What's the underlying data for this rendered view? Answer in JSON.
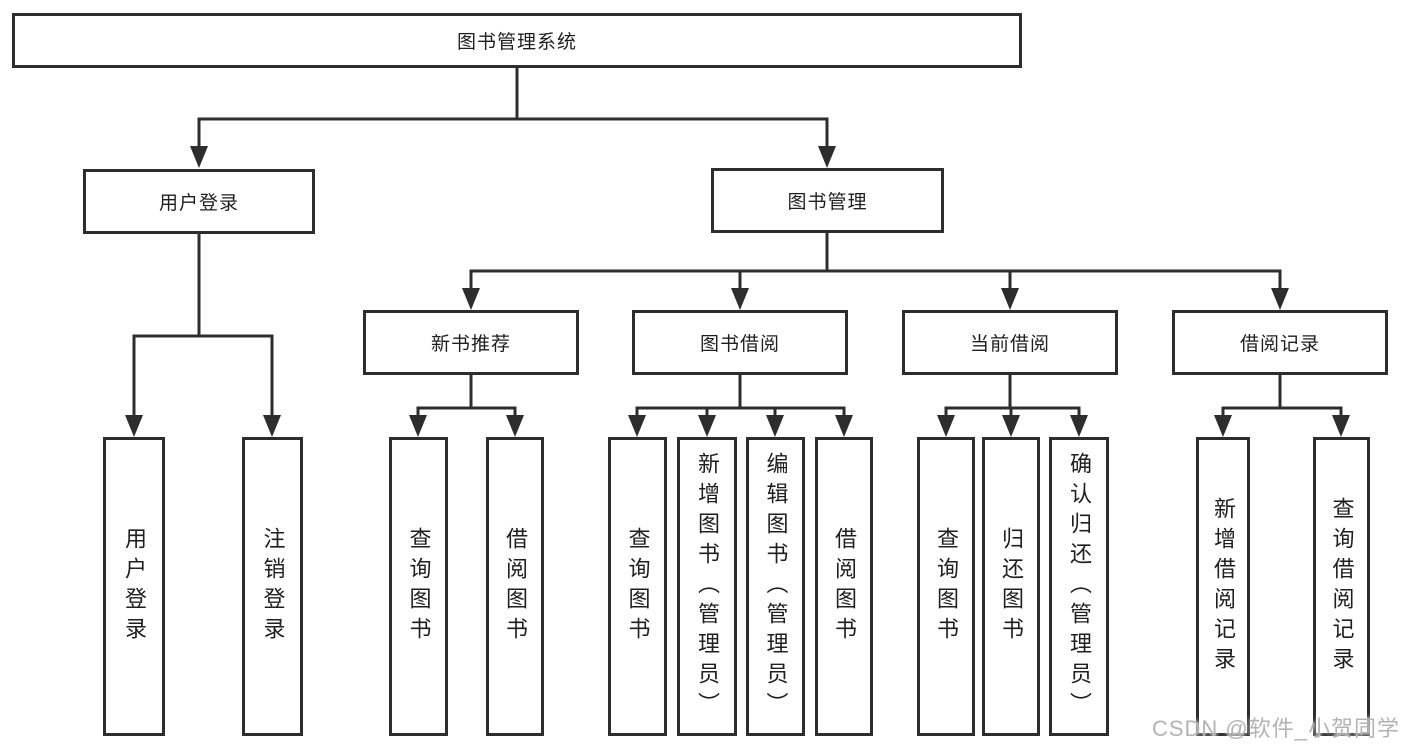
{
  "tree": {
    "root": {
      "label": "图书管理系统"
    },
    "branches": [
      {
        "label": "用户登录",
        "children": [
          {
            "label": "用户登录"
          },
          {
            "label": "注销登录"
          }
        ]
      },
      {
        "label": "图书管理",
        "subgroups": [
          {
            "label": "新书推荐",
            "children": [
              {
                "label": "查询图书"
              },
              {
                "label": "借阅图书"
              }
            ]
          },
          {
            "label": "图书借阅",
            "children": [
              {
                "label": "查询图书"
              },
              {
                "label": "新增图书（管理员）"
              },
              {
                "label": "编辑图书（管理员）"
              },
              {
                "label": "借阅图书"
              }
            ]
          },
          {
            "label": "当前借阅",
            "children": [
              {
                "label": "查询图书"
              },
              {
                "label": "归还图书"
              },
              {
                "label": "确认归还（管理员）"
              }
            ]
          },
          {
            "label": "借阅记录",
            "children": [
              {
                "label": "新增借阅记录"
              },
              {
                "label": "查询借阅记录"
              }
            ]
          }
        ]
      }
    ]
  },
  "watermark": "CSDN @软件_小贺同学",
  "colors": {
    "line": "#2d2d2d",
    "text": "#1f1f1f",
    "background": "#ffffff",
    "watermark": "#b3b3b3"
  }
}
